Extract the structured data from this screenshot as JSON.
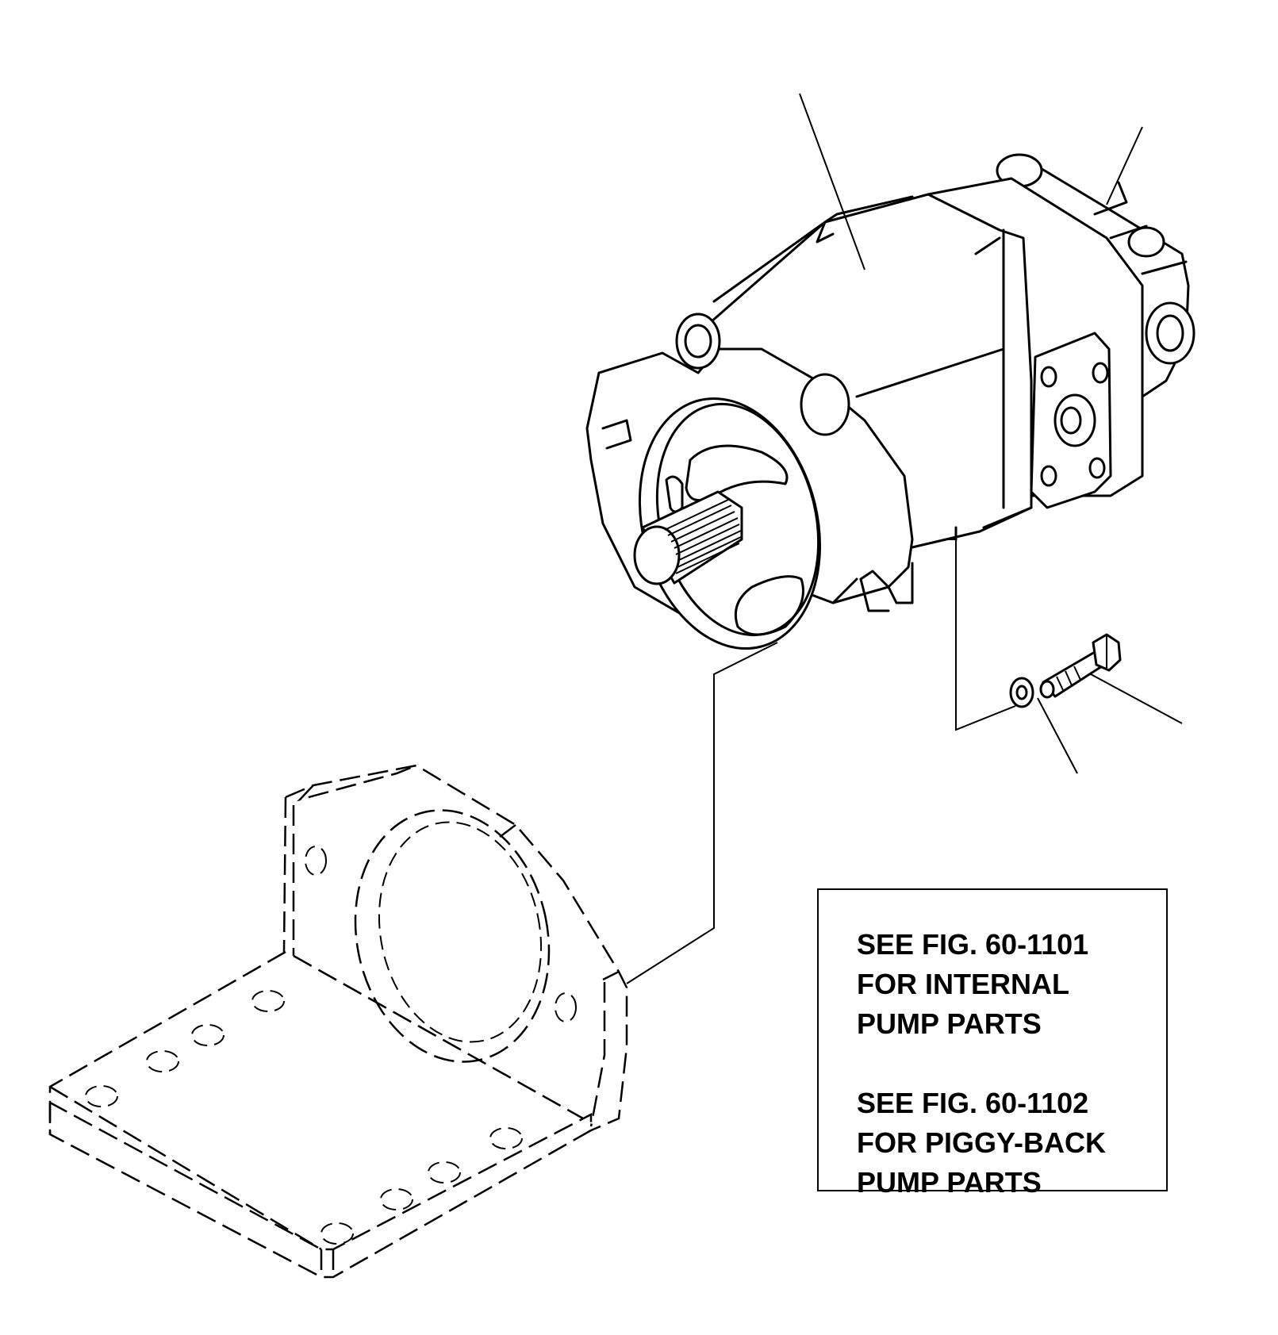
{
  "note": {
    "line1": "SEE FIG. 60-1101",
    "line2": "FOR INTERNAL",
    "line3": "PUMP PARTS",
    "line4": "SEE FIG. 60-1102",
    "line5": "FOR PIGGY-BACK",
    "line6": "PUMP PARTS"
  },
  "colors": {
    "ink": "#000000",
    "paper": "#ffffff"
  }
}
